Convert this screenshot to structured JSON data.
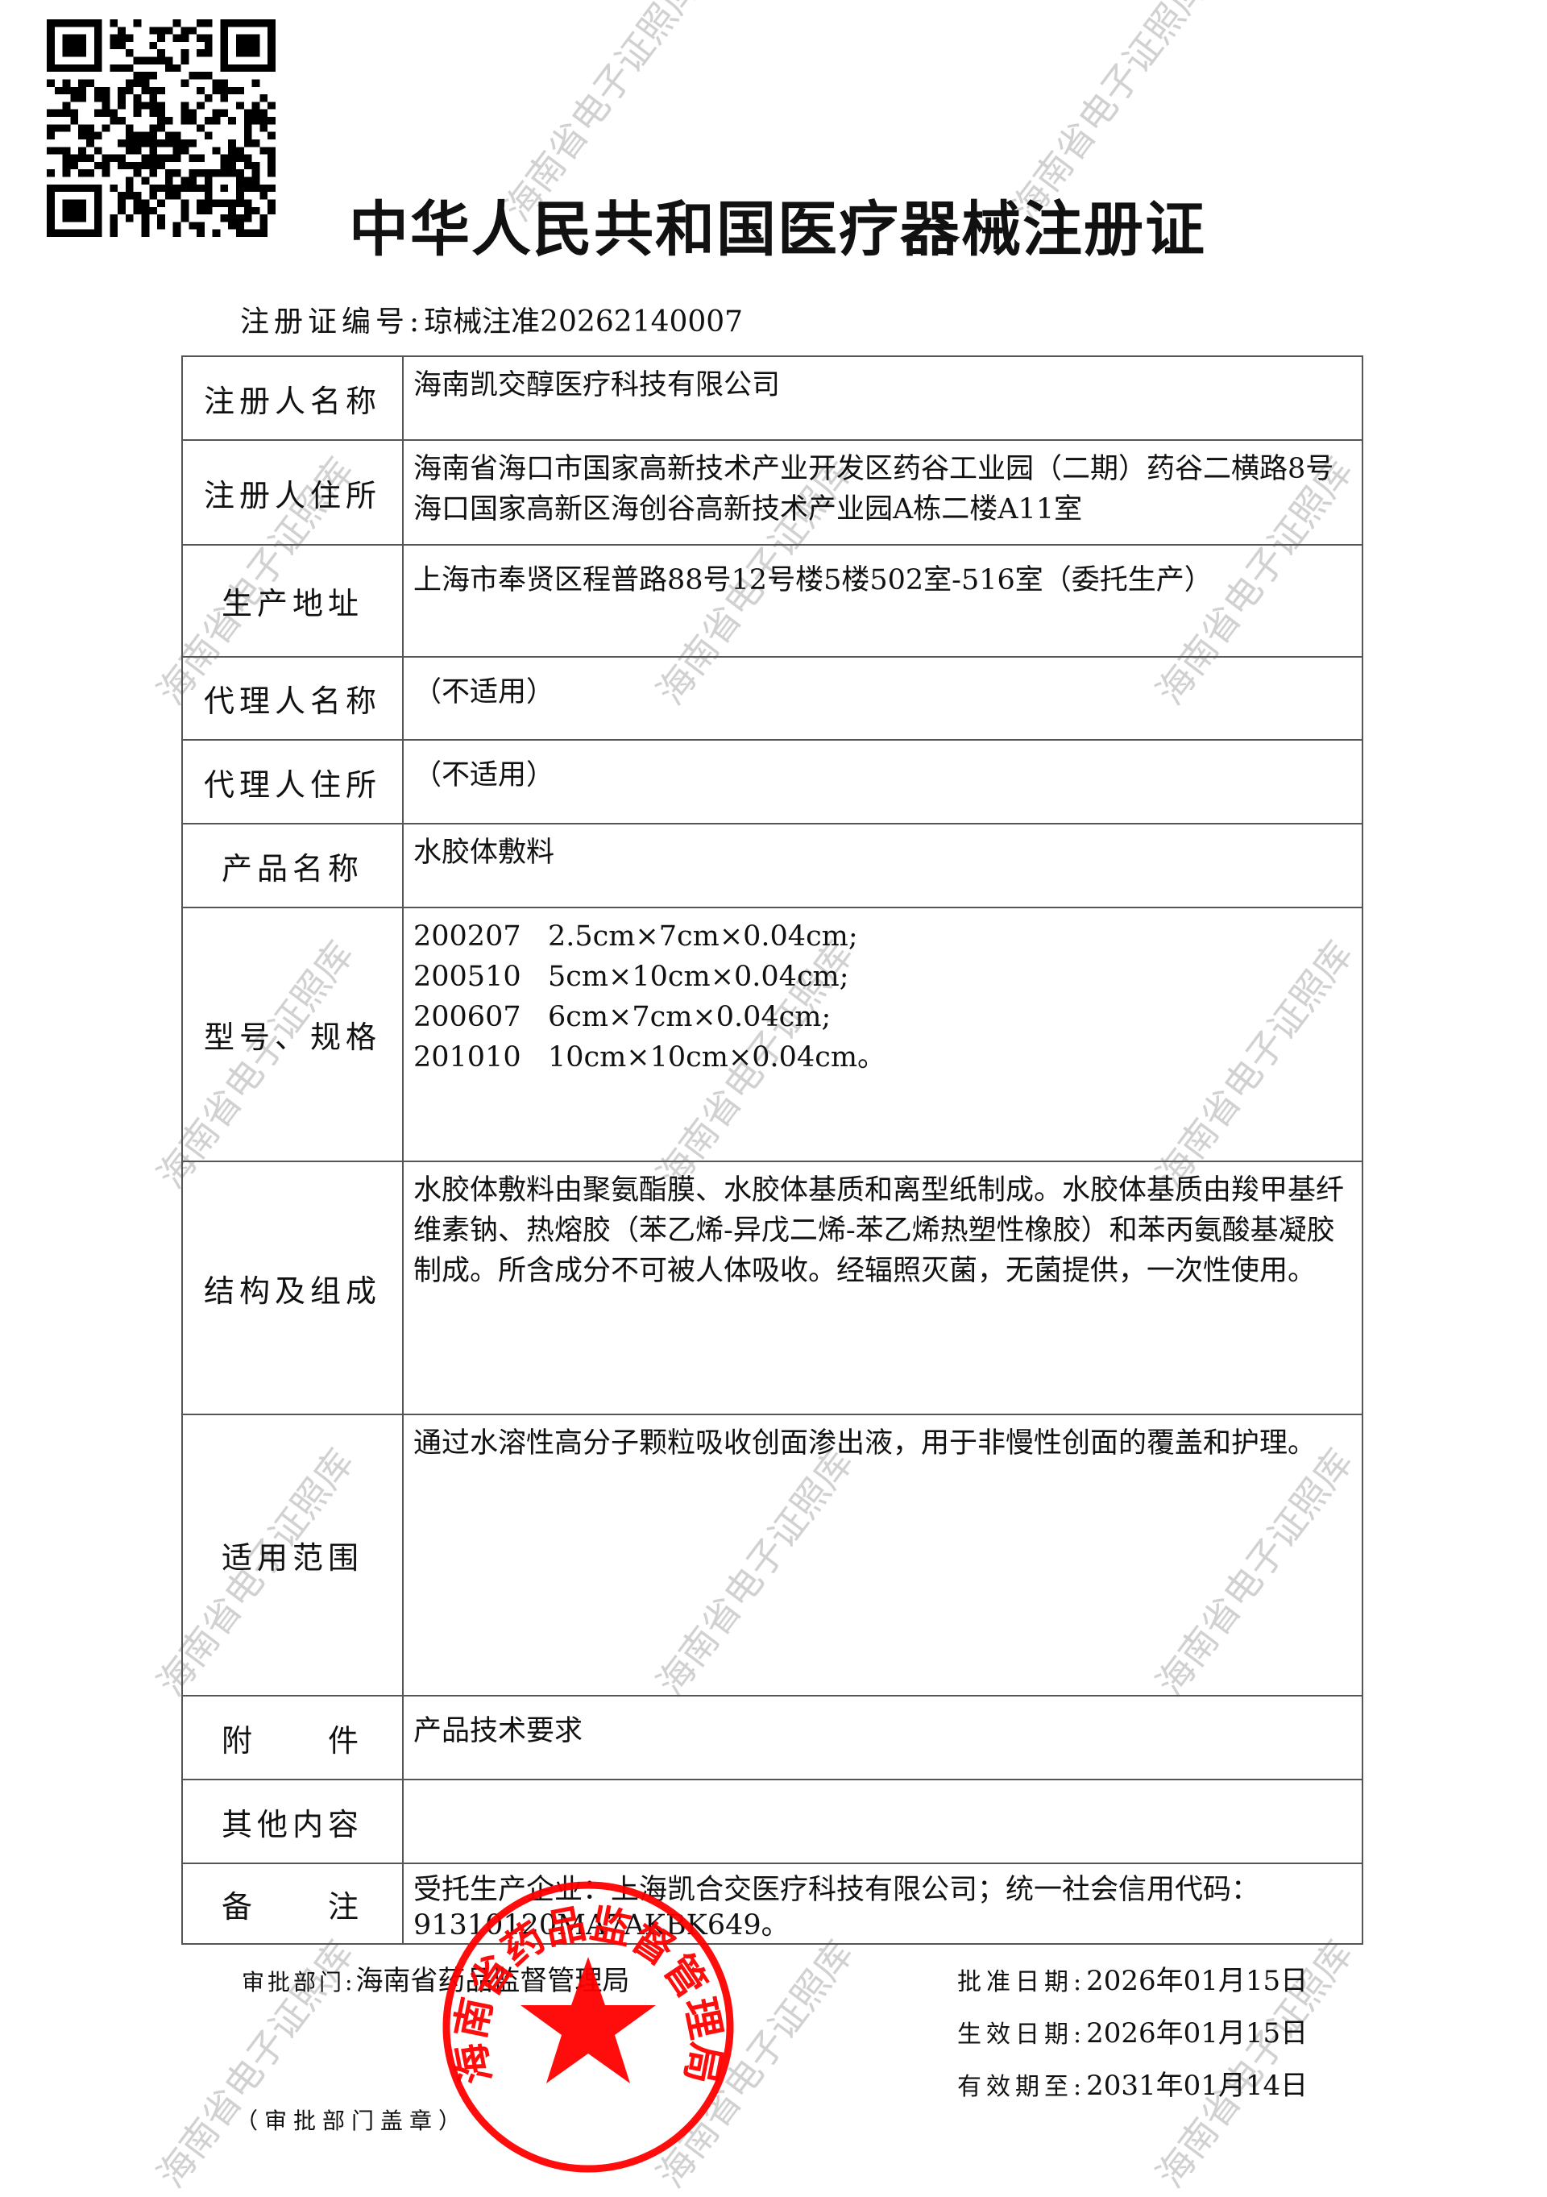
{
  "document": {
    "title": "中华人民共和国医疗器械注册证",
    "registration_number_label": "注册证编号:",
    "registration_number": "琼械注准20262140007"
  },
  "table": {
    "rows": [
      {
        "label": "注册人名称",
        "content": "海南凯交醇医疗科技有限公司"
      },
      {
        "label": "注册人住所",
        "content": "海南省海口市国家高新技术产业开发区药谷工业园（二期）药谷二横路8号海口国家高新区海创谷高新技术产业园A栋二楼A11室"
      },
      {
        "label": "生产地址",
        "content": "上海市奉贤区程普路88号12号楼5楼502室-516室（委托生产）"
      },
      {
        "label": "代理人名称",
        "content": "（不适用）"
      },
      {
        "label": "代理人住所",
        "content": "（不适用）"
      },
      {
        "label": "产品名称",
        "content": "水胶体敷料"
      },
      {
        "label": "型号、规格",
        "specs": [
          "200207   2.5cm×7cm×0.04cm;",
          "200510   5cm×10cm×0.04cm;",
          "200607   6cm×7cm×0.04cm;",
          "201010   10cm×10cm×0.04cm。"
        ]
      },
      {
        "label": "结构及组成",
        "content": "水胶体敷料由聚氨酯膜、水胶体基质和离型纸制成。水胶体基质由羧甲基纤维素钠、热熔胶（苯乙烯-异戊二烯-苯乙烯热塑性橡胶）和苯丙氨酸基凝胶制成。所含成分不可被人体吸收。经辐照灭菌，无菌提供，一次性使用。"
      },
      {
        "label": "适用范围",
        "content": "通过水溶性高分子颗粒吸收创面渗出液，用于非慢性创面的覆盖和护理。"
      },
      {
        "label": "附　　件",
        "content": "产品技术要求"
      },
      {
        "label": "其他内容",
        "content": ""
      },
      {
        "label": "备　　注",
        "content": "受托生产企业：上海凯合交医疗科技有限公司；统一社会信用代码：91310120MA7AKBK649。"
      }
    ]
  },
  "footer": {
    "approval_dept_label": "审批部门:",
    "approval_dept": "海南省药品监督管理局",
    "seal_note": "（审批部门盖章）",
    "approval_date_label": "批准日期:",
    "approval_date": "2026年01月15日",
    "effective_date_label": "生效日期:",
    "effective_date": "2026年01月15日",
    "expiry_date_label": "有效期至:",
    "expiry_date": "2031年01月14日"
  },
  "seal": {
    "text": "海南省药品监督管理局",
    "color": "#ff0000",
    "icon": "star-icon"
  },
  "watermark": {
    "text": "海南省电子证照库",
    "color": "#c9c9c9"
  },
  "qr_code": {
    "icon": "qr-code-icon"
  }
}
